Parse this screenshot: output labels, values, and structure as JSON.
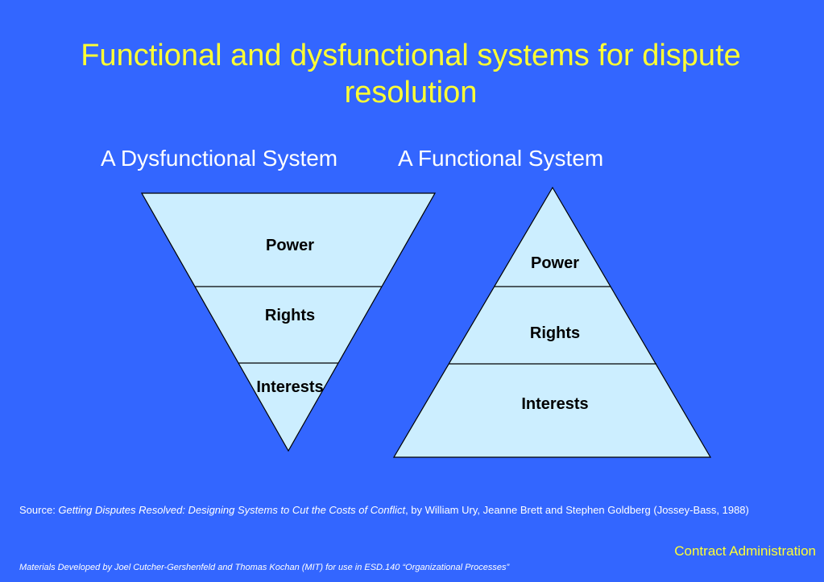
{
  "slide": {
    "title": "Functional and dysfunctional systems for dispute resolution",
    "colors": {
      "background": "#3366FF",
      "title": "#FFFF33",
      "text": "#FFFFFF",
      "shape_fill": "#CCEEFF",
      "shape_stroke": "#000000"
    }
  },
  "dysfunctional": {
    "heading": "A Dysfunctional System",
    "tiers": [
      "Power",
      "Rights",
      "Interests"
    ]
  },
  "functional": {
    "heading": "A Functional System",
    "tiers": [
      "Power",
      "Rights",
      "Interests"
    ]
  },
  "source": {
    "prefix": "Source: ",
    "book": "Getting Disputes Resolved: Designing Systems to Cut the Costs of Conflict",
    "rest": ", by William Ury, Jeanne Brett and Stephen Goldberg (Jossey-Bass, 1988)"
  },
  "footer": {
    "course": "Contract Administration",
    "credit": "Materials Developed by Joel Cutcher-Gershenfeld and Thomas Kochan (MIT) for use in ESD.140 “Organizational Processes”"
  }
}
